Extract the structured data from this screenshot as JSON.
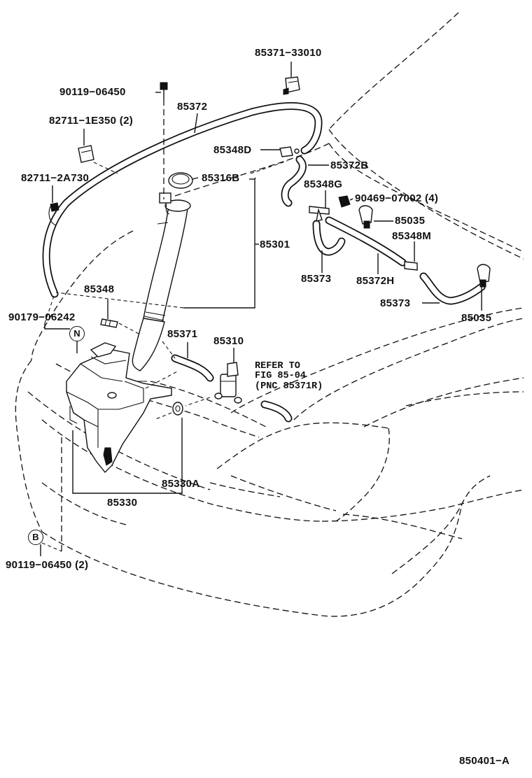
{
  "labels": {
    "p85371_33010": "85371−33010",
    "p90119_06450": "90119−06450",
    "p85372": "85372",
    "p82711_1e350": "82711−1E350 (2)",
    "p85348d": "85348D",
    "p85372b": "85372B",
    "p82711_2a730": "82711−2A730",
    "p85316b": "85316B",
    "p85348g": "85348G",
    "p90469_07002": "90469−07002 (4)",
    "p85035_a": "85035",
    "p85348m": "85348M",
    "p85301": "85301",
    "p85373_a": "85373",
    "p85372h": "85372H",
    "p85348": "85348",
    "p85373_b": "85373",
    "p90179_06242": "90179−06242",
    "p85035_b": "85035",
    "p85371": "85371",
    "p85310": "85310",
    "p85330a": "85330A",
    "p85330": "85330",
    "p90119_06450_2": "90119−06450 (2)"
  },
  "note": {
    "line1": "REFER TO",
    "line2": "FIG 85-04",
    "line3": "(PNC 85371R)"
  },
  "markers": {
    "n": "N",
    "b": "B"
  },
  "figure_id": "850401−A"
}
